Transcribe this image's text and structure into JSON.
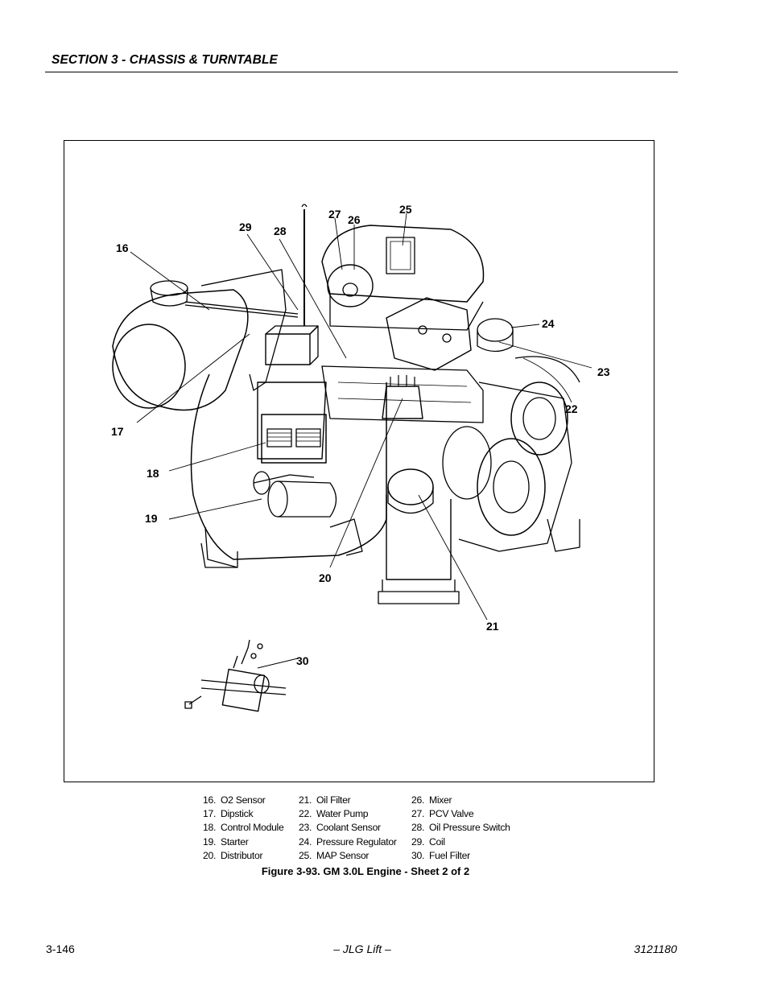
{
  "header": {
    "section_title": "SECTION 3 - CHASSIS & TURNTABLE"
  },
  "figure": {
    "callouts": [
      "16",
      "17",
      "18",
      "19",
      "20",
      "21",
      "22",
      "23",
      "24",
      "25",
      "26",
      "27",
      "28",
      "29",
      "30"
    ],
    "caption": "Figure 3-93.  GM 3.0L Engine - Sheet 2 of 2"
  },
  "legend": {
    "col1": [
      {
        "num": "16.",
        "label": "O2 Sensor"
      },
      {
        "num": "17.",
        "label": "Dipstick"
      },
      {
        "num": "18.",
        "label": "Control Module"
      },
      {
        "num": "19.",
        "label": "Starter"
      },
      {
        "num": "20.",
        "label": "Distributor"
      }
    ],
    "col2": [
      {
        "num": "21.",
        "label": "Oil Filter"
      },
      {
        "num": "22.",
        "label": "Water Pump"
      },
      {
        "num": "23.",
        "label": "Coolant Sensor"
      },
      {
        "num": "24.",
        "label": "Pressure Regulator"
      },
      {
        "num": "25.",
        "label": "MAP Sensor"
      }
    ],
    "col3": [
      {
        "num": "26.",
        "label": "Mixer"
      },
      {
        "num": "27.",
        "label": "PCV Valve"
      },
      {
        "num": "28.",
        "label": "Oil Pressure Switch"
      },
      {
        "num": "29.",
        "label": "Coil"
      },
      {
        "num": "30.",
        "label": "Fuel Filter"
      }
    ]
  },
  "footer": {
    "page_number": "3-146",
    "center": "– JLG Lift –",
    "doc_number": "3121180"
  }
}
